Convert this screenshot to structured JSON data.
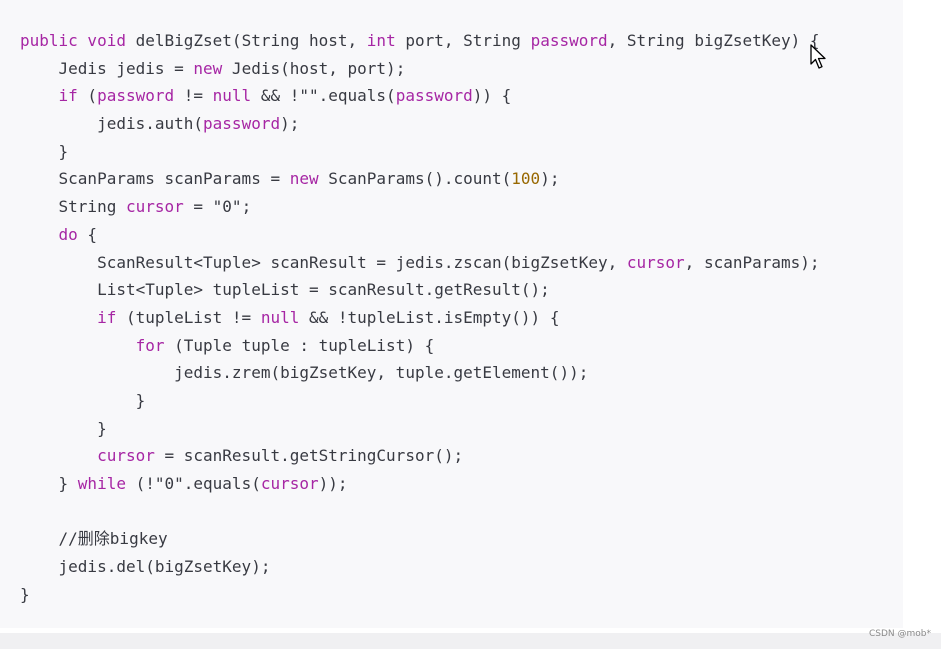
{
  "code": {
    "lines": [
      [
        {
          "t": "public void",
          "c": "kw"
        },
        {
          "t": " delBigZset(String host, "
        },
        {
          "t": "int",
          "c": "kw"
        },
        {
          "t": " port, String "
        },
        {
          "t": "password",
          "c": "var"
        },
        {
          "t": ", String bigZsetKey) {"
        }
      ],
      [
        {
          "t": "    Jedis jedis = "
        },
        {
          "t": "new",
          "c": "kw"
        },
        {
          "t": " Jedis(host, port);"
        }
      ],
      [
        {
          "t": "    "
        },
        {
          "t": "if",
          "c": "kw"
        },
        {
          "t": " ("
        },
        {
          "t": "password",
          "c": "var"
        },
        {
          "t": " != "
        },
        {
          "t": "null",
          "c": "kw"
        },
        {
          "t": " && !\"\".equals("
        },
        {
          "t": "password",
          "c": "var"
        },
        {
          "t": ")) {"
        }
      ],
      [
        {
          "t": "        jedis.auth("
        },
        {
          "t": "password",
          "c": "var"
        },
        {
          "t": ");"
        }
      ],
      [
        {
          "t": "    }"
        }
      ],
      [
        {
          "t": "    ScanParams scanParams = "
        },
        {
          "t": "new",
          "c": "kw"
        },
        {
          "t": " ScanParams().count("
        },
        {
          "t": "100",
          "c": "num"
        },
        {
          "t": ");"
        }
      ],
      [
        {
          "t": "    String "
        },
        {
          "t": "cursor",
          "c": "var"
        },
        {
          "t": " = \"0\";"
        }
      ],
      [
        {
          "t": "    "
        },
        {
          "t": "do",
          "c": "kw"
        },
        {
          "t": " {"
        }
      ],
      [
        {
          "t": "        ScanResult<Tuple> scanResult = jedis.zscan(bigZsetKey, "
        },
        {
          "t": "cursor",
          "c": "var"
        },
        {
          "t": ", scanParams);"
        }
      ],
      [
        {
          "t": "        List<Tuple> tupleList = scanResult.getResult();"
        }
      ],
      [
        {
          "t": "        "
        },
        {
          "t": "if",
          "c": "kw"
        },
        {
          "t": " (tupleList != "
        },
        {
          "t": "null",
          "c": "kw"
        },
        {
          "t": " && !tupleList.isEmpty()) {"
        }
      ],
      [
        {
          "t": "            "
        },
        {
          "t": "for",
          "c": "kw"
        },
        {
          "t": " (Tuple tuple : tupleList) {"
        }
      ],
      [
        {
          "t": "                jedis.zrem(bigZsetKey, tuple.getElement());"
        }
      ],
      [
        {
          "t": "            }"
        }
      ],
      [
        {
          "t": "        }"
        }
      ],
      [
        {
          "t": "        "
        },
        {
          "t": "cursor",
          "c": "var"
        },
        {
          "t": " = scanResult.getStringCursor();"
        }
      ],
      [
        {
          "t": "    } "
        },
        {
          "t": "while",
          "c": "kw"
        },
        {
          "t": " (!\"0\".equals("
        },
        {
          "t": "cursor",
          "c": "var"
        },
        {
          "t": "));"
        }
      ],
      [
        {
          "t": ""
        }
      ],
      [
        {
          "t": "    //删除bigkey"
        }
      ],
      [
        {
          "t": "    jedis.del(bigZsetKey);"
        }
      ],
      [
        {
          "t": "}"
        }
      ]
    ]
  },
  "watermark": "CSDN @mob*",
  "icons": {
    "cursor": "mouse-pointer-icon"
  },
  "colors": {
    "keyword": "#a626a4",
    "number": "#986801",
    "text": "#383a42",
    "background": "#f8f8fa"
  }
}
